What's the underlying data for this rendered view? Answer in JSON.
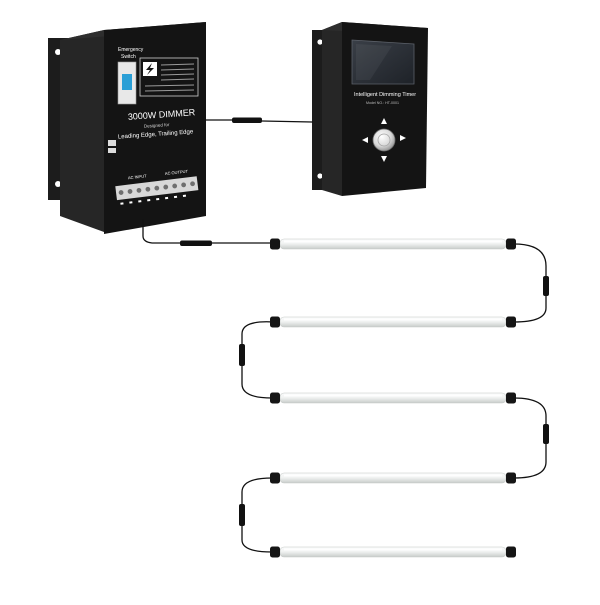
{
  "dimmer": {
    "switch_label_1": "Emergency",
    "switch_label_2": "Switch",
    "title": "3000W DIMMER",
    "subtitle": "Designed for",
    "modes": "Leading Edge, Trailing Edge",
    "ac_input_label": "AC INPUT",
    "ac_output_label": "AC OUTPUT"
  },
  "timer": {
    "title": "Intelligent Dimming Timer",
    "model": "Model NO.: HT-0001"
  },
  "colors": {
    "housing": "#141414",
    "housing_side": "#252525",
    "cable": "#111111",
    "tube": "#eef0ef",
    "tube_shade": "#c9cdcb"
  }
}
